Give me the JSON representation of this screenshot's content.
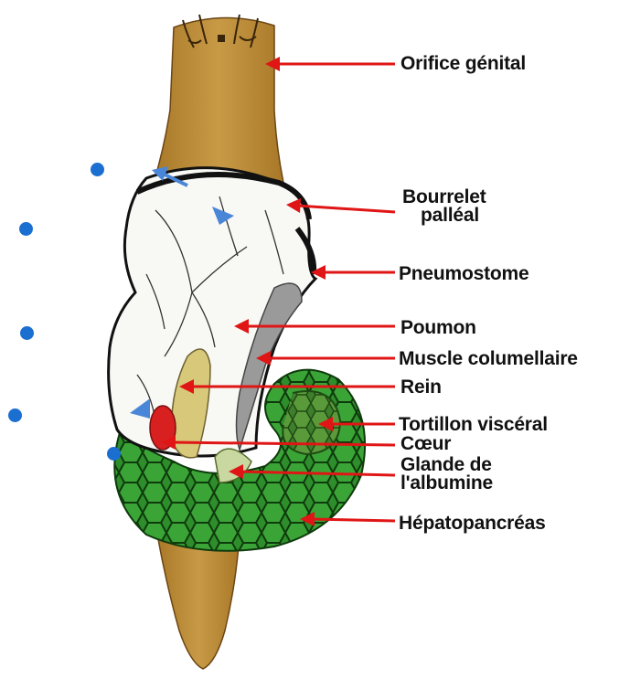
{
  "labels": {
    "orifice_genital": "Orifice génital",
    "bourrelet_line1": "Bourrelet",
    "bourrelet_line2": "palléal",
    "pneumostome": "Pneumostome",
    "poumon": "Poumon",
    "muscle_columellaire": "Muscle columellaire",
    "rein": "Rein",
    "tortillon_visceral": "Tortillon viscéral",
    "coeur": "Cœur",
    "glande_line1": "Glande de",
    "glande_line2": "l'albumine",
    "hepatopancreas": "Hépatopancréas"
  },
  "colors": {
    "body_brown": "#c0903a",
    "body_brown_dark": "#8a5e1c",
    "mantle_white": "#f8f8f4",
    "mantle_edge": "#111111",
    "liver_green": "#2f8f2c",
    "liver_dark": "#123d10",
    "pointer_red": "#e01515",
    "marker_blue": "#1a6fd1",
    "label_text": "#111111"
  },
  "icons": {
    "annotation_dot": "blue-circle",
    "annotation_arrow": "blue-arrow",
    "pointer": "red-arrow"
  }
}
